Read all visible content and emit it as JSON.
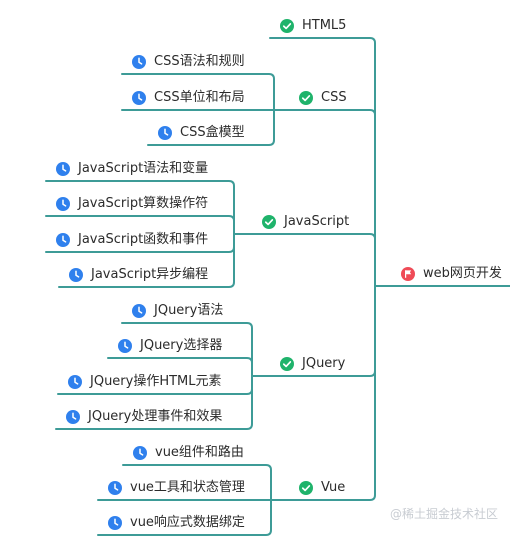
{
  "colors": {
    "branch": "#3d9b97",
    "check": "#1fb36b",
    "clock": "#2f80ed",
    "flag": "#ef4b57"
  },
  "root": {
    "label": "web网页开发",
    "icon": "flag-icon"
  },
  "branches": [
    {
      "label": "HTML5",
      "icon": "check-circle-icon",
      "children": []
    },
    {
      "label": "CSS",
      "icon": "check-circle-icon",
      "children": [
        {
          "label": "CSS语法和规则",
          "icon": "clock-icon"
        },
        {
          "label": "CSS单位和布局",
          "icon": "clock-icon"
        },
        {
          "label": "CSS盒模型",
          "icon": "clock-icon"
        }
      ]
    },
    {
      "label": "JavaScript",
      "icon": "check-circle-icon",
      "children": [
        {
          "label": "JavaScript语法和变量",
          "icon": "clock-icon"
        },
        {
          "label": "JavaScript算数操作符",
          "icon": "clock-icon"
        },
        {
          "label": "JavaScript函数和事件",
          "icon": "clock-icon"
        },
        {
          "label": "JavaScript异步编程",
          "icon": "clock-icon"
        }
      ]
    },
    {
      "label": "JQuery",
      "icon": "check-circle-icon",
      "children": [
        {
          "label": "JQuery语法",
          "icon": "clock-icon"
        },
        {
          "label": "JQuery选择器",
          "icon": "clock-icon"
        },
        {
          "label": "JQuery操作HTML元素",
          "icon": "clock-icon"
        },
        {
          "label": "JQuery处理事件和效果",
          "icon": "clock-icon"
        }
      ]
    },
    {
      "label": "Vue",
      "icon": "check-circle-icon",
      "children": [
        {
          "label": "vue组件和路由",
          "icon": "clock-icon"
        },
        {
          "label": "vue工具和状态管理",
          "icon": "clock-icon"
        },
        {
          "label": "vue响应式数据绑定",
          "icon": "clock-icon"
        }
      ]
    }
  ],
  "watermark": "@稀土掘金技术社区"
}
